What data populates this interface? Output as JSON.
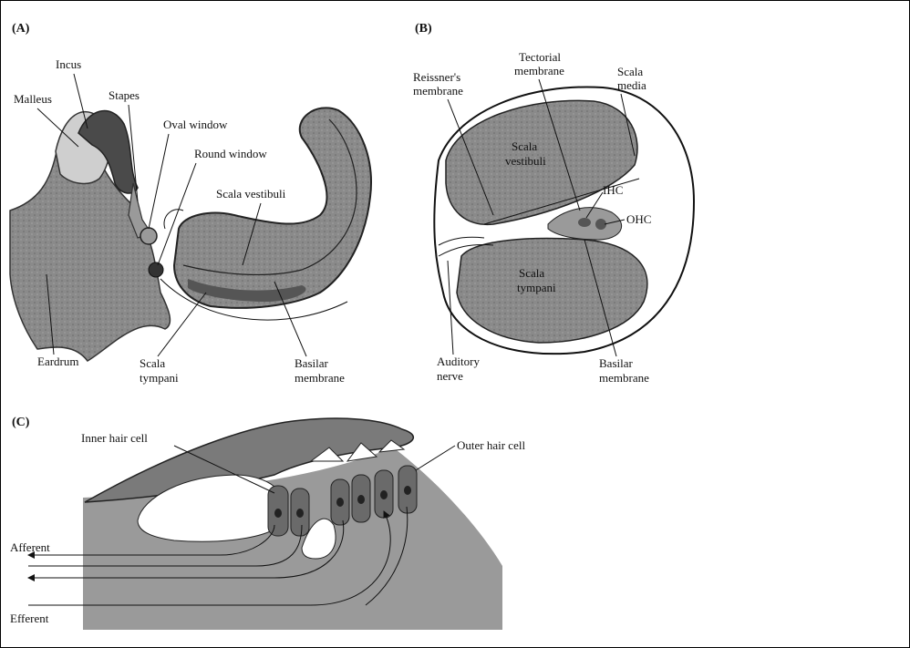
{
  "panels": {
    "a": {
      "letter": "(A)",
      "incus": "Incus",
      "malleus": "Malleus",
      "stapes": "Stapes",
      "oval_window": "Oval window",
      "round_window": "Round window",
      "scala_vestibuli": "Scala vestibuli",
      "eardrum": "Eardrum",
      "scala_tympani": [
        "Scala",
        "tympani"
      ],
      "basilar_membrane": [
        "Basilar",
        "membrane"
      ]
    },
    "b": {
      "letter": "(B)",
      "reissners_membrane": [
        "Reissner's",
        "membrane"
      ],
      "tectorial_membrane": [
        "Tectorial",
        "membrane"
      ],
      "scala_media": [
        "Scala",
        "media"
      ],
      "scala_vestibuli": [
        "Scala",
        "vestibuli"
      ],
      "ihc": "IHC",
      "ohc": "OHC",
      "scala_tympani": [
        "Scala",
        "tympani"
      ],
      "auditory_nerve": [
        "Auditory",
        "nerve"
      ],
      "basilar_membrane": [
        "Basilar",
        "membrane"
      ]
    },
    "c": {
      "letter": "(C)",
      "inner_hair_cell": "Inner hair cell",
      "outer_hair_cell": "Outer hair cell",
      "afferent": "Afferent",
      "efferent": "Efferent"
    }
  },
  "colors": {
    "tissue": "#8a8a8a",
    "tissue_dark": "#5f5f5f",
    "tissue_light": "#bdbdbd",
    "cavity": "#ffffff",
    "ink": "#111111"
  }
}
